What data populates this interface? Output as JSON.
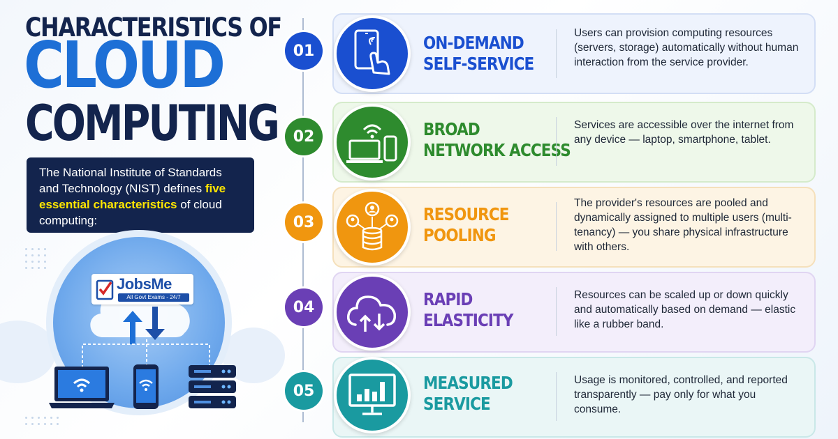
{
  "header": {
    "line1": "CHARACTERISTICS OF",
    "line2": "CLOUD",
    "line3": "COMPUTING"
  },
  "intro": {
    "part1": "The National Institute of Standards and Technology (NIST) defines",
    "highlight": "five essential characteristics",
    "part2": "of cloud computing:"
  },
  "logo": {
    "name": "JobsMe",
    "tagline": "All Govt Exams - 24/7"
  },
  "colors": {
    "navy": "#13244d",
    "cloud_blue": "#1d6fd6",
    "highlight_yellow": "#ffe600"
  },
  "characteristics": [
    {
      "number": "01",
      "title_line1": "ON-DEMAND",
      "title_line2": "SELF-SERVICE",
      "description": "Users can provision computing resources (servers, storage) automatically without human interaction from the service provider.",
      "icon": "touch-phone-icon",
      "color": "#1a4fd0"
    },
    {
      "number": "02",
      "title_line1": "BROAD",
      "title_line2": "NETWORK ACCESS",
      "description": "Services are accessible over the internet from any device — laptop, smartphone, tablet.",
      "icon": "devices-wifi-icon",
      "color": "#2e8b2e"
    },
    {
      "number": "03",
      "title_line1": "RESOURCE",
      "title_line2": "POOLING",
      "description": "The provider's resources are pooled and dynamically assigned to multiple users (multi-tenancy) — you share physical infrastructure with others.",
      "icon": "database-users-icon",
      "color": "#f0960f"
    },
    {
      "number": "04",
      "title_line1": "RAPID",
      "title_line2": "ELASTICITY",
      "description": "Resources can be scaled up or down quickly and automatically based on demand — elastic like a rubber band.",
      "icon": "cloud-scale-icon",
      "color": "#6a3fb5"
    },
    {
      "number": "05",
      "title_line1": "MEASURED",
      "title_line2": "SERVICE",
      "description": "Usage is monitored, controlled, and reported transparently — pay only for what you consume.",
      "icon": "monitor-chart-icon",
      "color": "#1a9aa0"
    }
  ]
}
